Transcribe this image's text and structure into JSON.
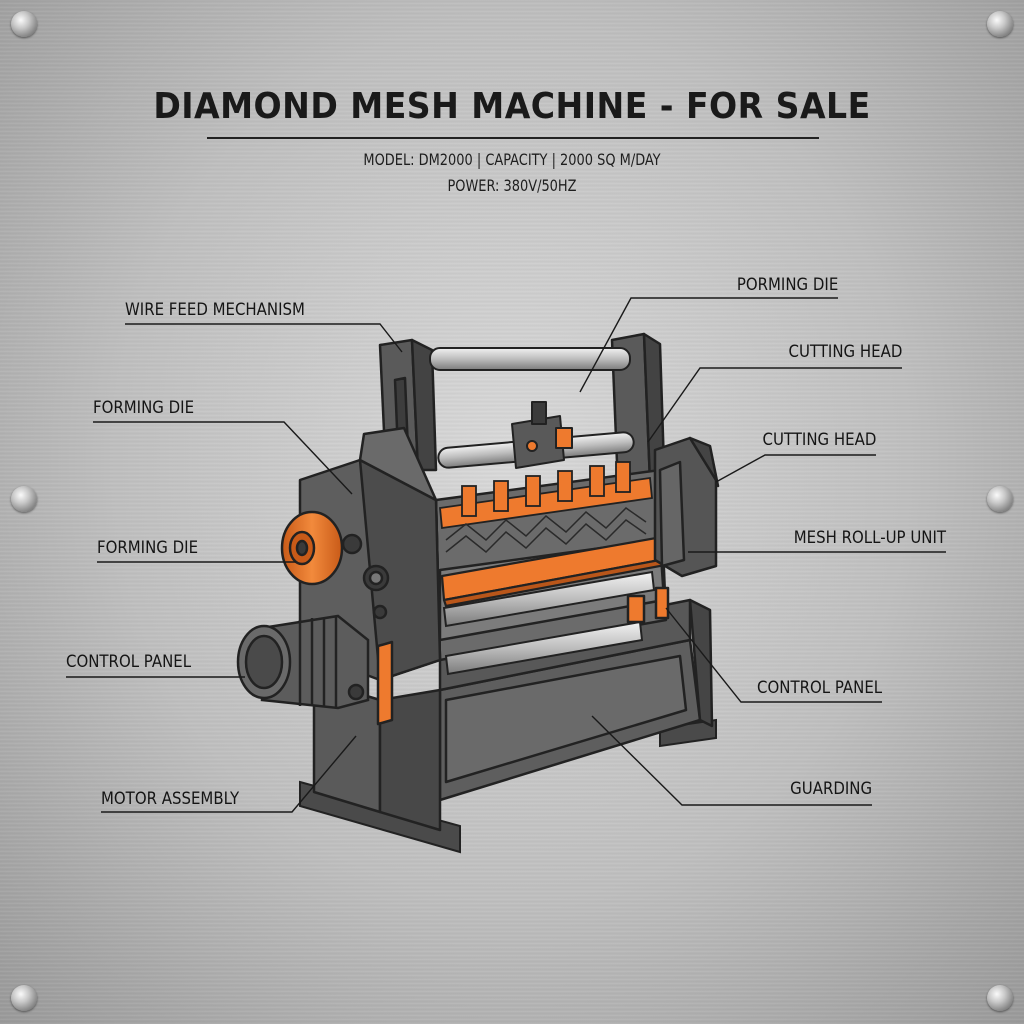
{
  "header": {
    "title": "DIAMOND MESH MACHINE - FOR SALE",
    "spec_line": "MODEL: DM2000 | CAPACITY | 2000 SQ M/DAY",
    "power_line": "POWER: 380V/50HZ"
  },
  "labels": {
    "left": [
      "WIRE FEED MECHANISM",
      "FORMING DIE",
      "FORMING DIE",
      "CONTROL PANEL",
      "MOTOR ASSEMBLY"
    ],
    "right": [
      "PORMING DIE",
      "CUTTING HEAD",
      "CUTTING HEAD",
      "MESH ROLL-UP UNIT",
      "CONTROL PANEL",
      "GUARDING"
    ]
  },
  "colors": {
    "frame": "#5b5b5b",
    "frame_dark": "#3f3f3f",
    "accent": "#ee7a2e",
    "background": "#c4c4c4"
  }
}
